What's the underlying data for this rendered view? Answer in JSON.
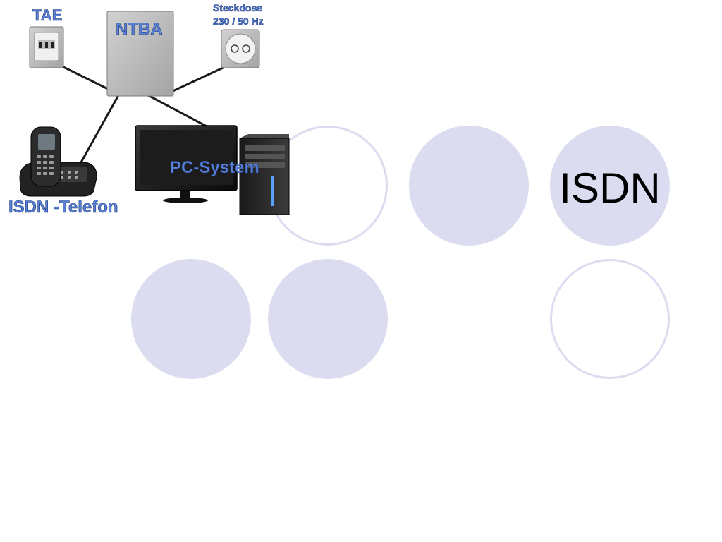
{
  "slide": {
    "title": "ISDN"
  },
  "diagram": {
    "labels": {
      "tae": "TAE",
      "ntba": "NTBA",
      "steckdose_line1": "Steckdose",
      "steckdose_line2": "230 / 50 Hz",
      "pc_system": "PC-System",
      "isdn_telefon": "ISDN -Telefon"
    }
  },
  "colors": {
    "circle_fill": "#dcdcf0",
    "label_blue": "#5a80d8"
  }
}
